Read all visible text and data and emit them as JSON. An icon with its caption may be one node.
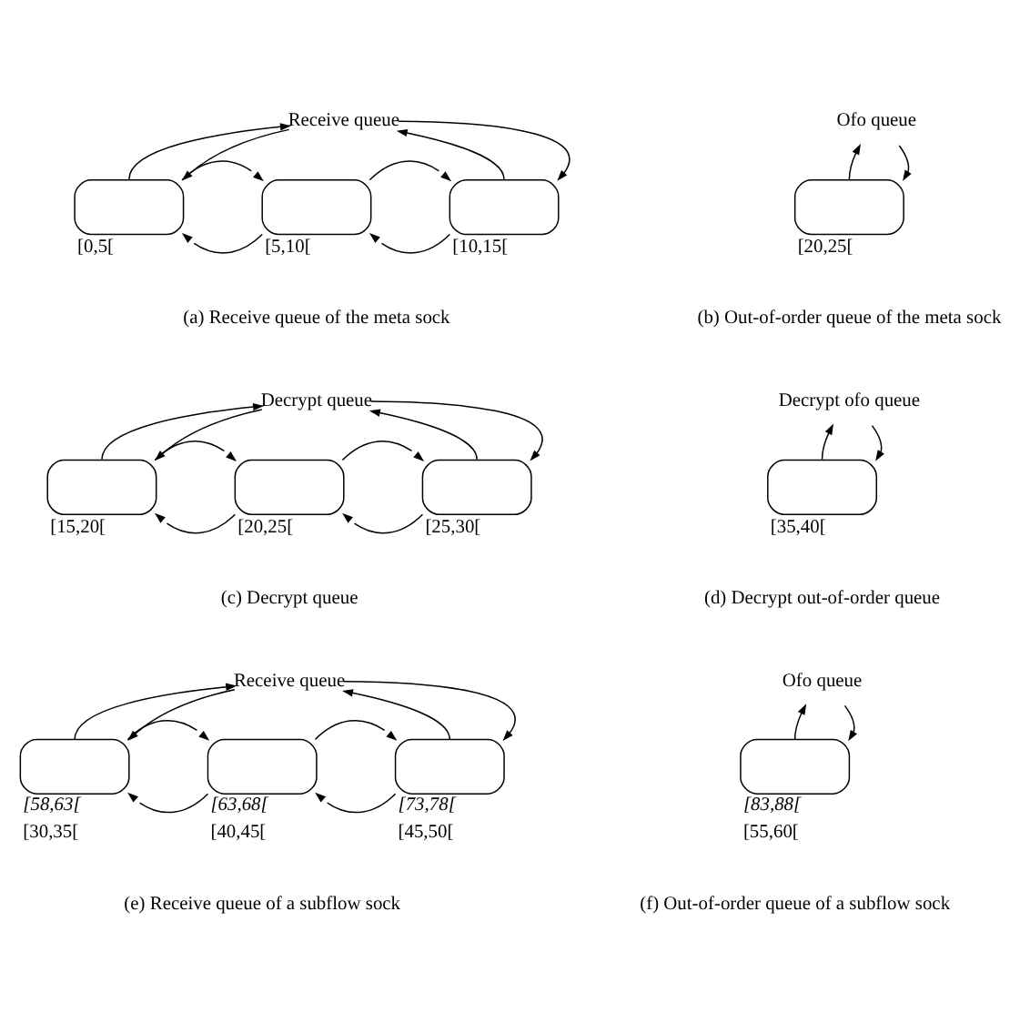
{
  "diagram": {
    "nodes": [
      {
        "text": [
          "Receive queue"
        ]
      },
      {
        "text": [],
        "shape": "box",
        "beside": [
          "[0,5["
        ]
      },
      {
        "text": [],
        "shape": "box",
        "beside": [
          "[5,10["
        ]
      },
      {
        "text": [],
        "shape": "box",
        "beside": [
          "[10,15["
        ]
      },
      {
        "text": [
          "Ofo queue"
        ]
      },
      {
        "text": [],
        "shape": "box",
        "beside": [
          "[20,25["
        ]
      },
      {
        "text": [
          "Decrypt queue"
        ]
      },
      {
        "text": [],
        "shape": "box",
        "beside": [
          "[15,20["
        ]
      },
      {
        "text": [],
        "shape": "box",
        "beside": [
          "[20,25["
        ]
      },
      {
        "text": [],
        "shape": "box",
        "beside": [
          "[25,30["
        ]
      },
      {
        "text": [
          "Decrypt ofo queue"
        ]
      },
      {
        "text": [],
        "shape": "box",
        "beside": [
          "[35,40["
        ]
      },
      {
        "text": [
          "Receive queue"
        ]
      },
      {
        "text": [],
        "shape": "box",
        "beside": [
          "[58,63[",
          "[30,35["
        ]
      },
      {
        "text": [],
        "shape": "box",
        "beside": [
          "[63,68[",
          "[40,45["
        ]
      },
      {
        "text": [],
        "shape": "box",
        "beside": [
          "[73,78[",
          "[45,50["
        ]
      },
      {
        "text": [
          "Ofo queue"
        ]
      },
      {
        "text": [],
        "shape": "box",
        "beside": [
          "[83,88[",
          "[55,60["
        ]
      }
    ],
    "edges": [
      {
        "from": 1,
        "to": 0,
        "arrow": "to"
      },
      {
        "from": 0,
        "to": 1,
        "arrow": "to"
      },
      {
        "from": 0,
        "to": 3,
        "arrow": "to"
      },
      {
        "from": 3,
        "to": 0,
        "arrow": "to"
      },
      {
        "from": 1,
        "to": 2,
        "arrow": "to"
      },
      {
        "from": 2,
        "to": 1,
        "arrow": "to"
      },
      {
        "from": 2,
        "to": 3,
        "arrow": "to"
      },
      {
        "from": 3,
        "to": 2,
        "arrow": "to"
      },
      {
        "from": 5,
        "to": 4,
        "arrow": "to"
      },
      {
        "from": 4,
        "to": 5,
        "arrow": "to"
      },
      {
        "from": 7,
        "to": 6,
        "arrow": "to"
      },
      {
        "from": 6,
        "to": 7,
        "arrow": "to"
      },
      {
        "from": 6,
        "to": 9,
        "arrow": "to"
      },
      {
        "from": 9,
        "to": 6,
        "arrow": "to"
      },
      {
        "from": 7,
        "to": 8,
        "arrow": "to"
      },
      {
        "from": 8,
        "to": 7,
        "arrow": "to"
      },
      {
        "from": 8,
        "to": 9,
        "arrow": "to"
      },
      {
        "from": 9,
        "to": 8,
        "arrow": "to"
      },
      {
        "from": 11,
        "to": 10,
        "arrow": "to"
      },
      {
        "from": 10,
        "to": 11,
        "arrow": "to"
      },
      {
        "from": 13,
        "to": 12,
        "arrow": "to"
      },
      {
        "from": 12,
        "to": 13,
        "arrow": "to"
      },
      {
        "from": 12,
        "to": 15,
        "arrow": "to"
      },
      {
        "from": 15,
        "to": 12,
        "arrow": "to"
      },
      {
        "from": 13,
        "to": 14,
        "arrow": "to"
      },
      {
        "from": 14,
        "to": 13,
        "arrow": "to"
      },
      {
        "from": 14,
        "to": 15,
        "arrow": "to"
      },
      {
        "from": 15,
        "to": 14,
        "arrow": "to"
      },
      {
        "from": 17,
        "to": 16,
        "arrow": "to"
      },
      {
        "from": 16,
        "to": 17,
        "arrow": "to"
      }
    ],
    "labels": [
      "(a) Receive queue of the meta sock",
      "(b) Out-of-order queue of the meta sock",
      "(c) Decrypt queue",
      "(d) Decrypt out-of-order queue",
      "(e) Receive queue of a subflow sock",
      "(f) Out-of-order queue of a subflow sock"
    ]
  }
}
